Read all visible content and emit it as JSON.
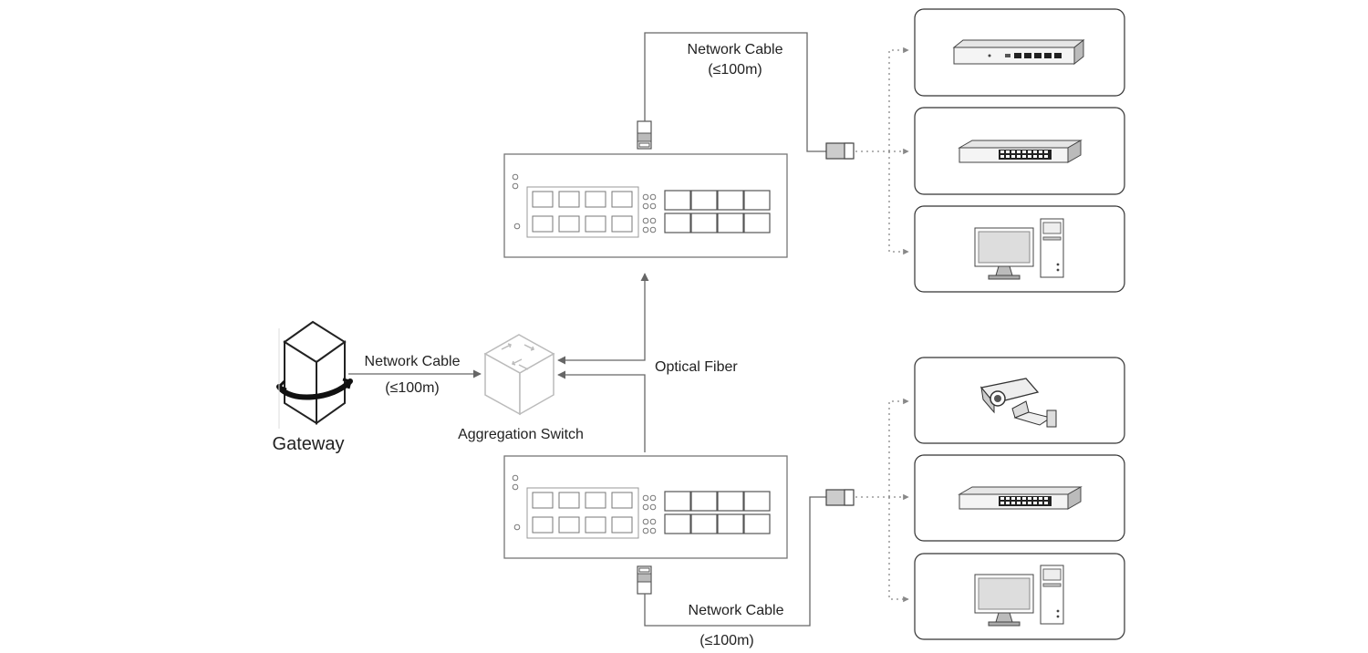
{
  "labels": {
    "top_cable": "Network Cable",
    "top_cable_distance": "(≤100m)",
    "gateway_cable": "Network Cable",
    "gateway_cable_distance": "(≤100m)",
    "optical_fiber": "Optical Fiber",
    "gateway": "Gateway",
    "aggregation_switch": "Aggregation Switch",
    "bottom_cable": "Network Cable",
    "bottom_cable_distance": "(≤100m)"
  },
  "colors": {
    "line": "#666666",
    "device": "#555555",
    "light": "#bbbbbb",
    "text": "#222222"
  },
  "icons": {
    "gateway": "gateway-server-icon",
    "aggregation": "aggregation-switch-cube-icon",
    "switch": "access-switch-icon",
    "devices_top": [
      "router-icon",
      "switch-icon",
      "desktop-computer-icon"
    ],
    "devices_bottom": [
      "cctv-camera-icon",
      "switch-icon",
      "desktop-computer-icon"
    ]
  }
}
